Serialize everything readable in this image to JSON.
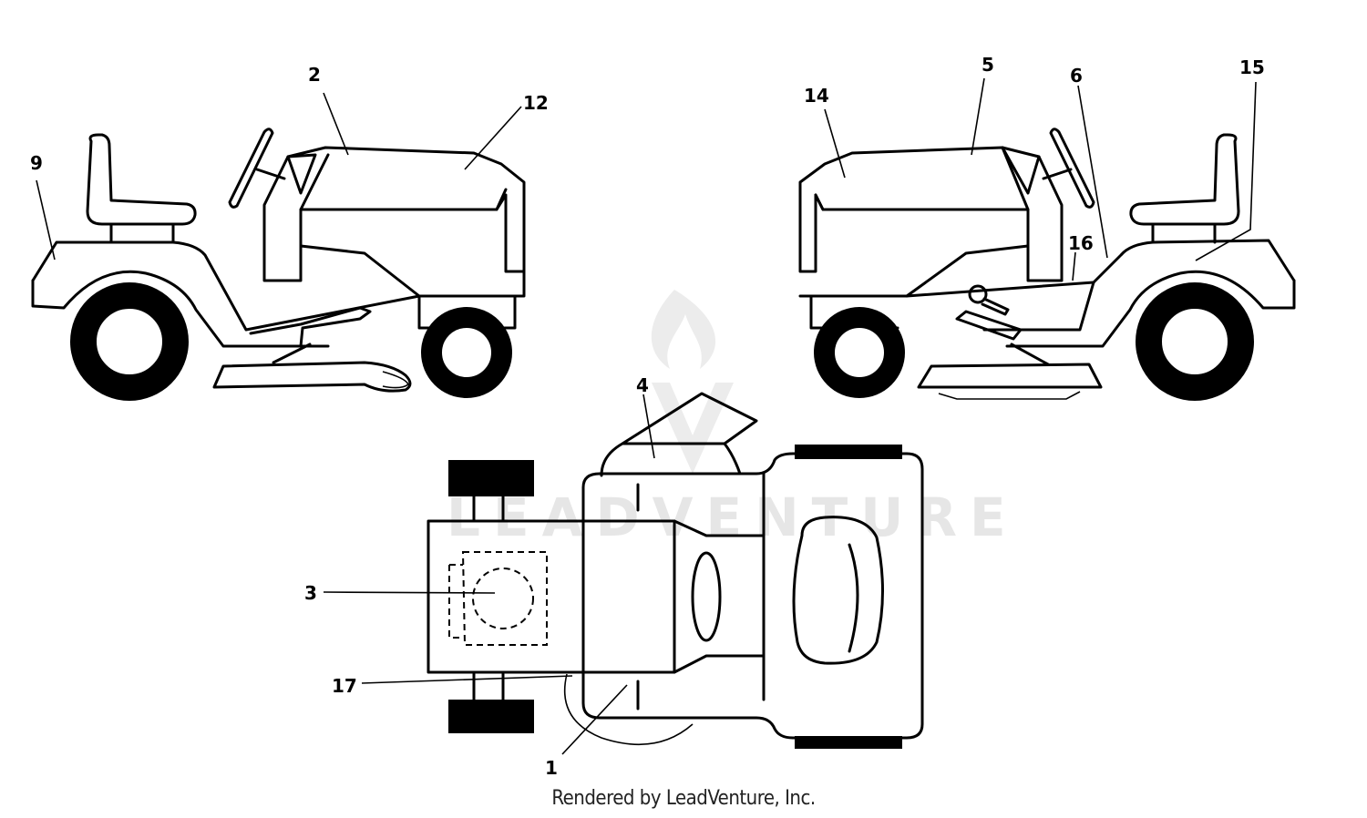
{
  "footer": {
    "text": "Rendered by LeadVenture, Inc."
  },
  "watermark": {
    "text": "LEADVENTURE"
  },
  "callouts": {
    "c1": "1",
    "c2": "2",
    "c3": "3",
    "c4": "4",
    "c5": "5",
    "c6": "6",
    "c9": "9",
    "c12": "12",
    "c14": "14",
    "c15": "15",
    "c16": "16",
    "c17": "17"
  }
}
